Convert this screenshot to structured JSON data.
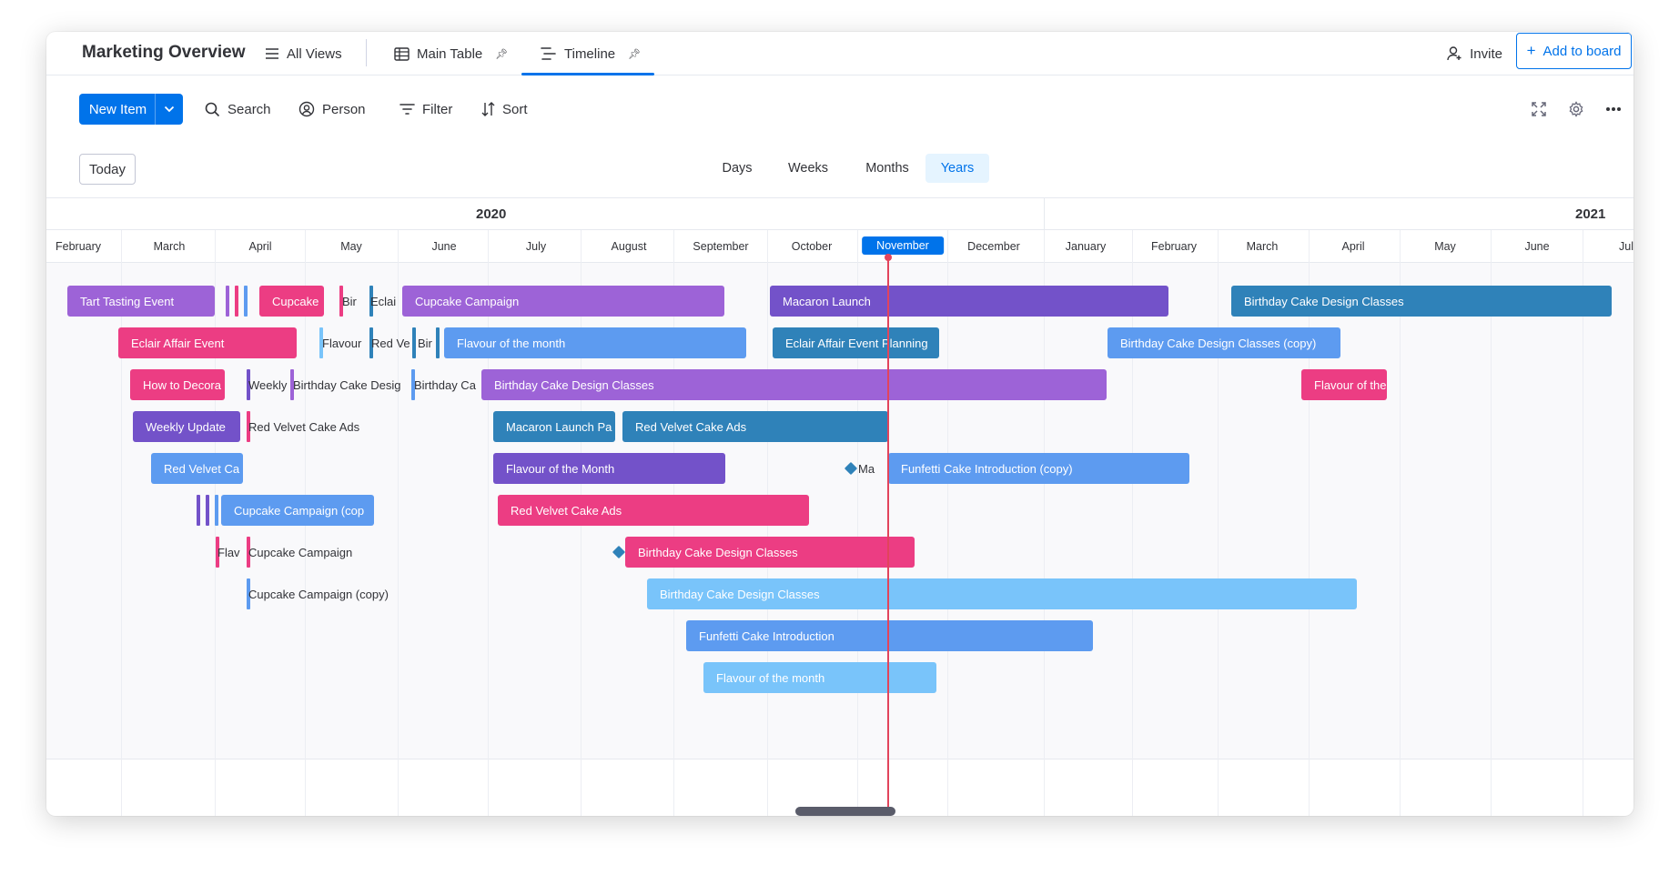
{
  "board": {
    "title": "Marketing Overview"
  },
  "tabs": {
    "all_views": "All Views",
    "main_table": "Main Table",
    "timeline": "Timeline"
  },
  "header_actions": {
    "invite": "Invite",
    "add_to_board": "Add to board"
  },
  "toolbar": {
    "new_item": "New Item",
    "search": "Search",
    "person": "Person",
    "filter": "Filter",
    "sort": "Sort"
  },
  "scale": {
    "today": "Today",
    "options": [
      "Days",
      "Weeks",
      "Months",
      "Years"
    ],
    "selected": "Years"
  },
  "years": [
    "2020",
    "2021"
  ],
  "months": [
    "February",
    "March",
    "April",
    "May",
    "June",
    "July",
    "August",
    "September",
    "October",
    "November",
    "December",
    "January",
    "February",
    "March",
    "April",
    "May",
    "June",
    "Jul"
  ],
  "current_month": "November",
  "colors": {
    "accent": "#0073ea",
    "purple": "#9d63d7",
    "dark_purple": "#7352c9",
    "pink": "#ec3d83",
    "blue": "#5d9bf0",
    "steel_blue": "#2f82b9",
    "light_blue": "#79c4fa",
    "today_line": "#e2445c"
  },
  "bars": [
    {
      "label": "Tart Tasting Event",
      "color": "purple"
    },
    {
      "label": "Cupcake",
      "color": "pink"
    },
    {
      "label": "Bir",
      "color": "pink",
      "dark": true
    },
    {
      "label": "Eclai",
      "color": "steel_blue",
      "dark": true
    },
    {
      "label": "Cupcake Campaign",
      "color": "purple"
    },
    {
      "label": "Macaron Launch",
      "color": "dark_purple"
    },
    {
      "label": "Birthday Cake Design Classes",
      "color": "steel_blue"
    },
    {
      "label": "Eclair Affair Event",
      "color": "pink"
    },
    {
      "label": "Flavour",
      "color": "light_blue",
      "dark": true
    },
    {
      "label": "Red Ve",
      "color": "steel_blue",
      "dark": true
    },
    {
      "label": "Bir",
      "color": "steel_blue",
      "dark": true
    },
    {
      "label": "Flavour of the month",
      "color": "blue"
    },
    {
      "label": "Eclair Affair Event Planning",
      "color": "steel_blue"
    },
    {
      "label": "Birthday Cake Design Classes (copy)",
      "color": "blue"
    },
    {
      "label": "How to Decora",
      "color": "pink"
    },
    {
      "label": "Weekly",
      "color": "dark_purple",
      "dark": true
    },
    {
      "label": "Birthday Cake Desig",
      "color": "purple",
      "dark": true
    },
    {
      "label": "Birthday Ca",
      "color": "blue",
      "dark": true
    },
    {
      "label": "Birthday Cake Design Classes",
      "color": "purple"
    },
    {
      "label": "Flavour of the",
      "color": "pink"
    },
    {
      "label": "Weekly Update",
      "color": "dark_purple"
    },
    {
      "label": "Red Velvet Cake Ads",
      "color": "pink",
      "dark": true
    },
    {
      "label": "Macaron Launch Pa",
      "color": "steel_blue"
    },
    {
      "label": "Red Velvet Cake Ads",
      "color": "steel_blue"
    },
    {
      "label": "Red Velvet Ca",
      "color": "blue"
    },
    {
      "label": "Flavour of the Month",
      "color": "dark_purple"
    },
    {
      "label": "Ma",
      "color": "steel_blue",
      "dark": true
    },
    {
      "label": "Funfetti Cake Introduction (copy)",
      "color": "blue"
    },
    {
      "label": "Cupcake Campaign (cop",
      "color": "blue"
    },
    {
      "label": "Red Velvet Cake Ads",
      "color": "pink"
    },
    {
      "label": "Flav",
      "color": "pink",
      "dark": true
    },
    {
      "label": "Cupcake Campaign",
      "color": "pink",
      "dark": true
    },
    {
      "label": "Birthday Cake Design Classes",
      "color": "pink"
    },
    {
      "label": "Cupcake Campaign (copy)",
      "color": "blue",
      "dark": true
    },
    {
      "label": "Birthday Cake Design Classes",
      "color": "light_blue"
    },
    {
      "label": "Funfetti Cake Introduction",
      "color": "blue"
    },
    {
      "label": "Flavour of the month",
      "color": "light_blue"
    }
  ]
}
